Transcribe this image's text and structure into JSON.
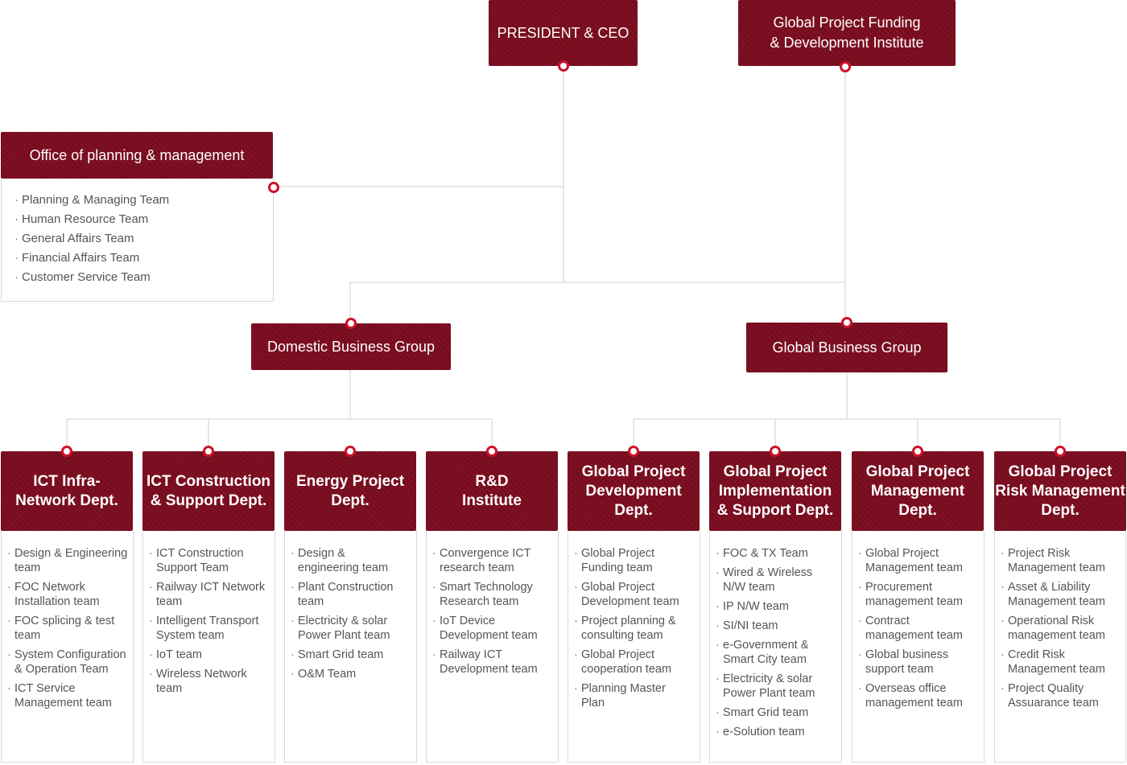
{
  "colors": {
    "box": "#7a0d1f",
    "connector": "#cc1128",
    "line": "#cccccc"
  },
  "ceo": {
    "label": "PRESIDENT & CEO"
  },
  "institute": {
    "label": "Global Project Funding\n& Development Institute"
  },
  "office": {
    "label": "Office of planning & management",
    "teams": [
      "Planning & Managing Team",
      "Human Resource Team",
      "General Affairs Team",
      "Financial Affairs Team",
      "Customer Service Team"
    ]
  },
  "domestic_group": {
    "label": "Domestic Business Group"
  },
  "global_group": {
    "label": "Global Business Group"
  },
  "departments": [
    {
      "label": "ICT Infra-\nNetwork Dept.",
      "teams": [
        "Design & Engineering\nteam",
        "FOC Network\nInstallation team",
        "FOC splicing & test\nteam",
        "System Configuration\n& Operation Team",
        "ICT Service\nManagement team"
      ]
    },
    {
      "label": "ICT Construction\n& Support Dept.",
      "teams": [
        "ICT Construction\nSupport Team",
        "Railway ICT Network\nteam",
        "Intelligent Transport\nSystem team",
        "IoT team",
        "Wireless Network\nteam"
      ]
    },
    {
      "label": "Energy Project\nDept.",
      "teams": [
        "Design &\nengineering team",
        "Plant Construction\nteam",
        "Electricity & solar\nPower Plant team",
        "Smart Grid team",
        "O&M Team"
      ]
    },
    {
      "label": "R&D\nInstitute",
      "teams": [
        "Convergence ICT\nresearch team",
        "Smart Technology\nResearch team",
        "IoT Device\nDevelopment team",
        "Railway ICT\nDevelopment team"
      ]
    },
    {
      "label": "Global Project\nDevelopment\nDept.",
      "teams": [
        "Global Project\nFunding team",
        "Global Project\nDevelopment team",
        "Project planning &\nconsulting team",
        "Global Project\ncooperation team",
        "Planning Master\nPlan"
      ]
    },
    {
      "label": "Global Project\nImplementation\n& Support Dept.",
      "teams": [
        "FOC & TX Team",
        "Wired & Wireless\nN/W team",
        "IP N/W team",
        "SI/NI team",
        "e-Government &\nSmart City team",
        "Electricity & solar\nPower Plant team",
        "Smart Grid team",
        "e-Solution team"
      ]
    },
    {
      "label": "Global Project\nManagement\nDept.",
      "teams": [
        "Global Project\nManagement team",
        "Procurement\nmanagement team",
        "Contract\nmanagement team",
        "Global business\nsupport team",
        "Overseas office\nmanagement team"
      ]
    },
    {
      "label": "Global Project\nRisk Management\nDept.",
      "teams": [
        "Project Risk\nManagement team",
        "Asset & Liability\nManagement team",
        "Operational Risk\nmanagement team",
        "Credit Risk\nManagement team",
        "Project Quality\nAssuarance team"
      ]
    }
  ]
}
